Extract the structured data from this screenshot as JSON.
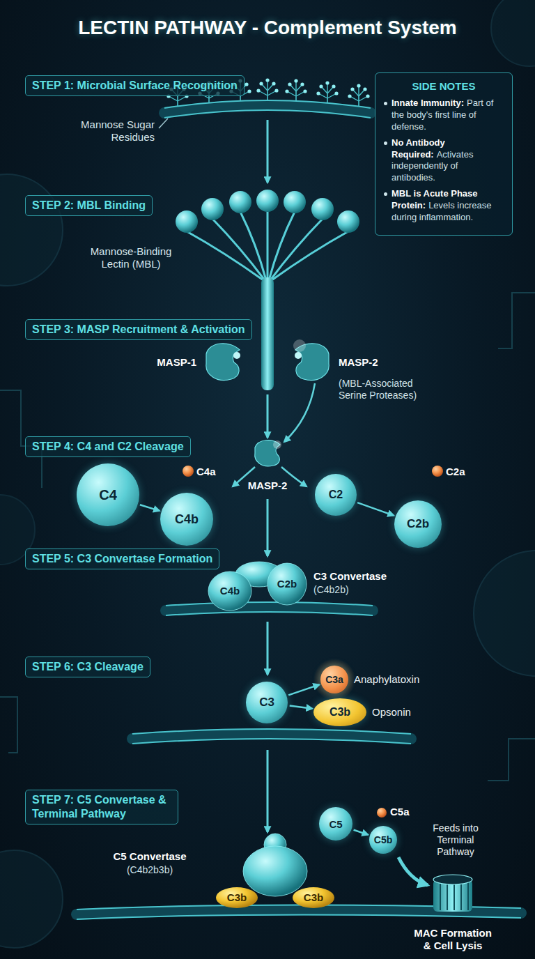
{
  "diagram": {
    "title": "LECTIN PATHWAY - Complement System",
    "nodes": [
      {
        "text": [
          "STEP 1: Microbial Surface Recognition"
        ]
      },
      {
        "text": [
          "STEP 2: MBL Binding"
        ]
      },
      {
        "text": [
          "STEP 3: MASP Recruitment & Activation"
        ]
      },
      {
        "text": [
          "STEP 4: C4 and C2 Cleavage"
        ]
      },
      {
        "text": [
          "STEP 5: C3 Convertase Formation"
        ]
      },
      {
        "text": [
          "STEP 6: C3 Cleavage"
        ]
      },
      {
        "text": [
          "STEP 7: C5 Convertase & Terminal Pathway"
        ]
      },
      {
        "text": [
          "SIDE NOTES",
          "Innate Immunity:",
          "Part of the body's first line of defense.",
          "No Antibody Required:",
          "Activates independently of antibodies.",
          "MBL is Acute Phase Protein:",
          "Levels increase during inflammation."
        ]
      },
      {
        "text": [
          "C4"
        ]
      },
      {
        "text": [
          "C4b"
        ]
      },
      {
        "text": [
          "C2"
        ]
      },
      {
        "text": [
          "C2b"
        ]
      },
      {
        "text": [
          "C3"
        ]
      },
      {
        "text": [
          "C3a"
        ]
      },
      {
        "text": [
          "C3b"
        ]
      },
      {
        "text": [
          "C5"
        ]
      },
      {
        "text": [
          "C5b"
        ]
      }
    ],
    "edges": [
      {
        "from": 8,
        "to": 9,
        "arrow": "to"
      },
      {
        "from": 10,
        "to": 11,
        "arrow": "to"
      },
      {
        "from": 12,
        "to": 13,
        "arrow": "to"
      },
      {
        "from": 12,
        "to": 14,
        "arrow": "to"
      },
      {
        "from": 15,
        "to": 16,
        "arrow": "to"
      }
    ],
    "labels": [
      "Mannose Sugar Residues",
      "Mannose-Binding Lectin (MBL)",
      "MASP-1",
      "MASP-2",
      "(MBL-Associated Serine Proteases)",
      "C4a",
      "MASP-2",
      "C2a",
      "C4b",
      "C2b",
      "C3 Convertase",
      "(C4b2b)",
      "Anaphylatoxin",
      "Opsonin",
      "C5a",
      "Feeds into Terminal Pathway",
      "C5 Convertase",
      "(C4b2b3b)",
      "C3b",
      "C3b",
      "MAC Formation & Cell Lysis"
    ]
  }
}
